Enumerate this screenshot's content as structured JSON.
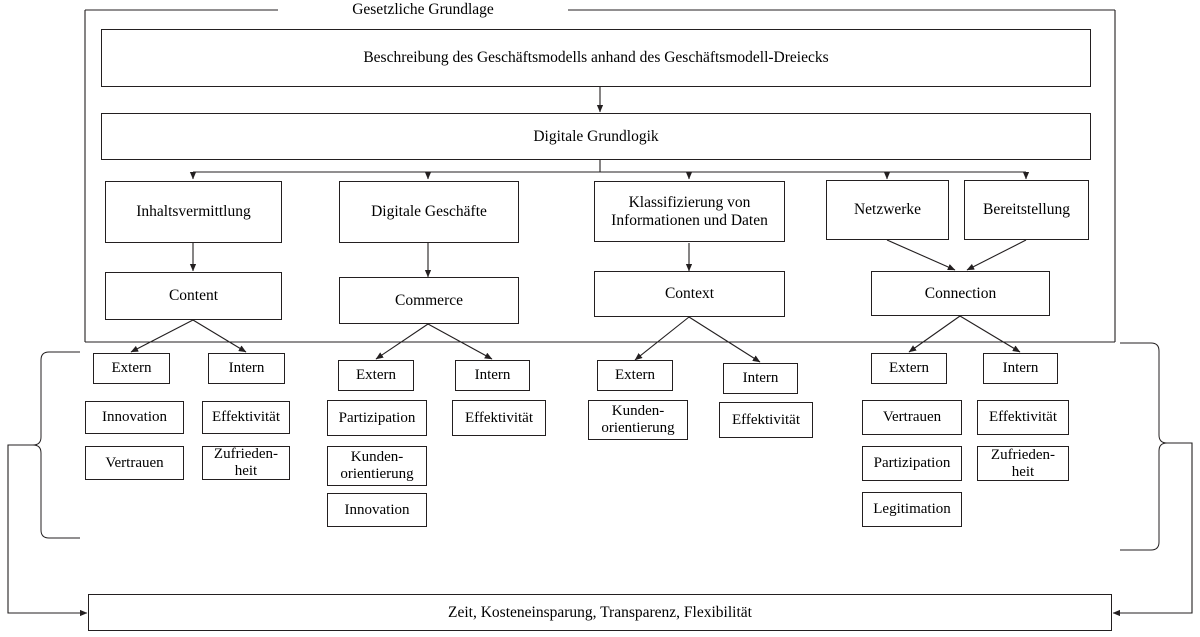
{
  "diagram": {
    "title": "Gesetzliche Grundlage",
    "top_boxes": [
      {
        "id": "beschreibung",
        "label": "Beschreibung des Geschäftsmodells anhand des Geschäftsmodell-Dreiecks"
      },
      {
        "id": "grundlogik",
        "label": "Digitale Grundlogik"
      }
    ],
    "mid_boxes": [
      {
        "id": "inhaltsvermittlung",
        "label": "Inhaltsvermittlung"
      },
      {
        "id": "digitale-geschaefte",
        "label": "Digitale Geschäfte"
      },
      {
        "id": "klassifizierung",
        "label": "Klassifizierung von Informationen und Daten"
      },
      {
        "id": "netzwerke",
        "label": "Netzwerke"
      },
      {
        "id": "bereitstellung",
        "label": "Bereitstellung"
      }
    ],
    "four_c_boxes": [
      {
        "id": "content",
        "label": "Content"
      },
      {
        "id": "commerce",
        "label": "Commerce"
      },
      {
        "id": "context",
        "label": "Context"
      },
      {
        "id": "connection",
        "label": "Connection"
      }
    ],
    "columns": [
      {
        "id": "content",
        "extern": {
          "header": "Extern",
          "items": [
            "Innovation",
            "Vertrauen"
          ]
        },
        "intern": {
          "header": "Intern",
          "items": [
            "Effektivität",
            "Zufrieden-\nheit"
          ]
        }
      },
      {
        "id": "commerce",
        "extern": {
          "header": "Extern",
          "items": [
            "Partizipation",
            "Kunden-\norientierung",
            "Innovation"
          ]
        },
        "intern": {
          "header": "Intern",
          "items": [
            "Effektivität"
          ]
        }
      },
      {
        "id": "context",
        "extern": {
          "header": "Extern",
          "items": [
            "Kunden-\norientierung"
          ]
        },
        "intern": {
          "header": "Intern",
          "items": [
            "Effektivität"
          ]
        }
      },
      {
        "id": "connection",
        "extern": {
          "header": "Extern",
          "items": [
            "Vertrauen",
            "Partizipation",
            "Legitimation"
          ]
        },
        "intern": {
          "header": "Intern",
          "items": [
            "Effektivität",
            "Zufrieden-\nheit"
          ]
        }
      }
    ],
    "footer": {
      "label": "Zeit, Kosteneinsparung, Transparenz, Flexibilität"
    },
    "colors": {
      "line": "#231f20",
      "text": "#000000",
      "background": "#ffffff"
    }
  }
}
